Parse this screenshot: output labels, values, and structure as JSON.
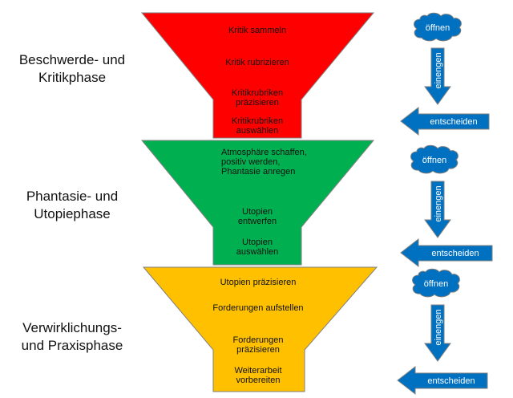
{
  "colors": {
    "phase1": "#ff0000",
    "phase2": "#00b050",
    "phase3": "#ffc000",
    "side_blue": "#0070c0"
  },
  "phases": [
    {
      "label_line1": "Beschwerde- und",
      "label_line2": "Kritikphase",
      "steps": [
        {
          "l1": "Kritik sammeln",
          "l2": ""
        },
        {
          "l1": "Kritik rubrizieren",
          "l2": ""
        },
        {
          "l1": "Kritikrubriken",
          "l2": "präzisieren"
        },
        {
          "l1": "Kritikrubriken",
          "l2": "auswählen"
        }
      ],
      "side": {
        "open": "öffnen",
        "narrow": "einengen",
        "decide": "entscheiden"
      }
    },
    {
      "label_line1": "Phantasie- und",
      "label_line2": "Utopiephase",
      "steps": [
        {
          "l1": "Atmosphäre schaffen,",
          "l2": "positiv werden,",
          "l3": "Phantasie anregen"
        },
        {
          "l1": "Utopien",
          "l2": "entwerfen"
        },
        {
          "l1": "Utopien",
          "l2": "auswählen"
        }
      ],
      "side": {
        "open": "öffnen",
        "narrow": "einengen",
        "decide": "entscheiden"
      }
    },
    {
      "label_line1": "Verwirklichungs-",
      "label_line2": "und Praxisphase",
      "steps": [
        {
          "l1": "Utopien präzisieren",
          "l2": ""
        },
        {
          "l1": "Forderungen aufstellen",
          "l2": ""
        },
        {
          "l1": "Forderungen",
          "l2": "präzisieren"
        },
        {
          "l1": "Weiterarbeit",
          "l2": "vorbereiten"
        }
      ],
      "side": {
        "open": "öffnen",
        "narrow": "einengen",
        "decide": "entscheiden"
      }
    }
  ]
}
